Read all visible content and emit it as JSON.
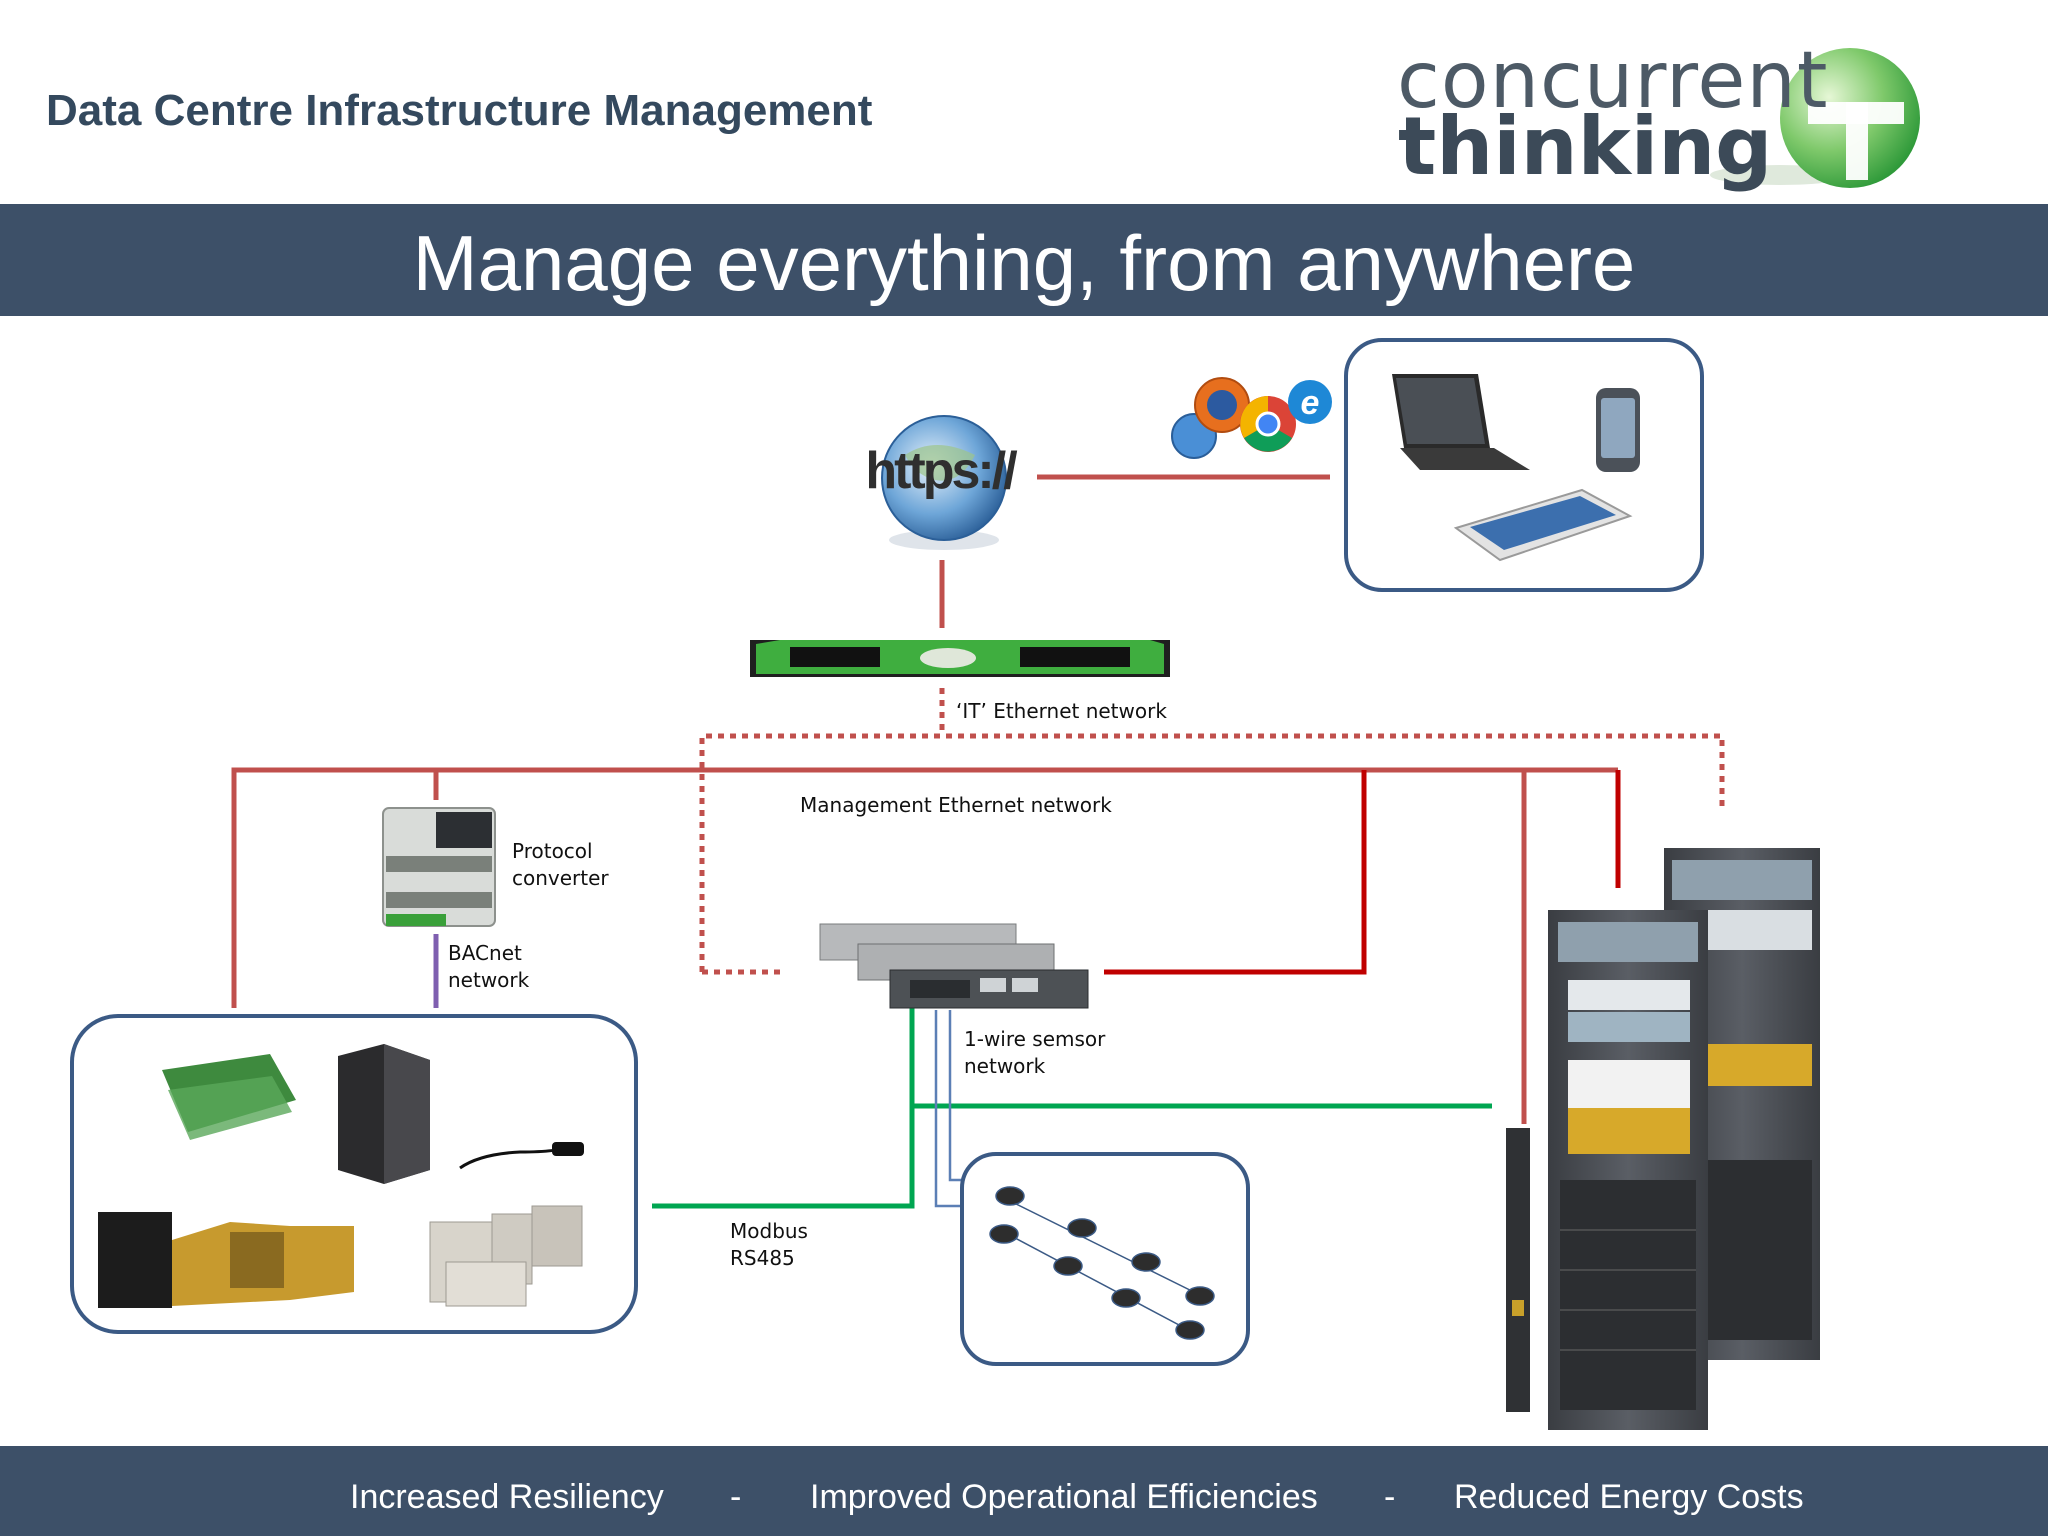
{
  "header": {
    "title": "Data Centre Infrastructure Management",
    "logo_line1": "concurrent",
    "logo_line2": "thinking"
  },
  "banner": {
    "title": "Manage everything, from anywhere"
  },
  "diagram": {
    "https_label": "https://",
    "it_network_label": "‘IT’ Ethernet network",
    "mgmt_network_label": "Management Ethernet network",
    "protocol_converter_label": "Protocol\nconverter",
    "bacnet_label": "BACnet\nnetwork",
    "onewire_label": "1-wire semsor\nnetwork",
    "modbus_label": "Modbus\nRS485"
  },
  "footer": {
    "item1": "Increased Resiliency",
    "sep1": "-",
    "item2": "Improved Operational Efficiencies",
    "sep2": "-",
    "item3": "Reduced Energy Costs"
  },
  "colors": {
    "navy": "#3d5068",
    "line_red": "#c0504d",
    "line_darkred": "#c00000",
    "line_green": "#00a651",
    "line_purple": "#7f5fb0",
    "box_border": "#3b5a85"
  }
}
